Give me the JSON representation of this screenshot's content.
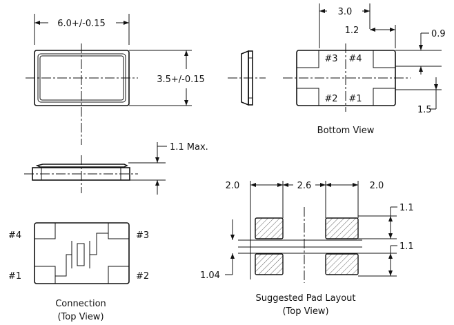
{
  "colors": {
    "ink": "#111111",
    "background": "#ffffff",
    "hatch": "#666666"
  },
  "top_view": {
    "width_label": "6.0+/-0.15",
    "height_label": "3.5+/-0.15"
  },
  "side_view": {
    "height_label": "1.1 Max."
  },
  "bottom_view": {
    "title": "Bottom View",
    "pitch_label": "3.0",
    "pad_width_label": "1.2",
    "pad_height_label": "0.9",
    "pad_gap_label": "1.5",
    "pads": [
      "#3",
      "#4",
      "#2",
      "#1"
    ]
  },
  "connection": {
    "title_line1": "Connection",
    "title_line2": "(Top View)",
    "pins": [
      "#4",
      "#3",
      "#1",
      "#2"
    ]
  },
  "pad_layout": {
    "title_line1": "Suggested Pad Layout",
    "title_line2": "(Top View)",
    "dim_left": "2.0",
    "dim_center": "2.6",
    "dim_right": "2.0",
    "dim_pad_top": "1.1",
    "dim_pad_bottom": "1.1",
    "dim_gap": "1.04"
  }
}
